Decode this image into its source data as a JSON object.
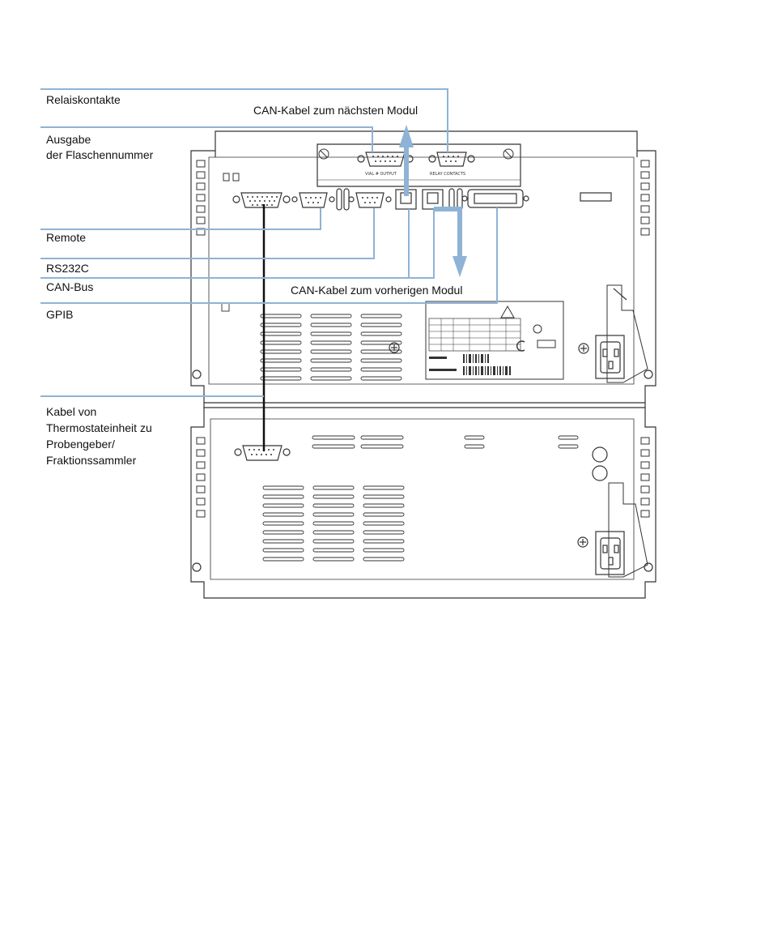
{
  "labels": {
    "relay": "Relaiskontakte",
    "can_next": "CAN-Kabel zum nächsten Modul",
    "vial_line1": "Ausgabe",
    "vial_line2": "der Flaschennummer",
    "remote": "Remote",
    "rs232": "RS232C",
    "canbus": "CAN-Bus",
    "can_prev": "CAN-Kabel zum vorherigen Modul",
    "gpib": "GPIB",
    "cable_line1": "Kabel von",
    "cable_line2": "Thermostateinheit zu",
    "cable_line3": "Probengeber/",
    "cable_line4": "Fraktionssammler"
  },
  "panel_text": {
    "vial_output": "VIAL # OUTPUT",
    "relay_contacts": "RELAY CONTACTS"
  },
  "colors": {
    "leader_line": "#8fb3d6",
    "arrow": "#8fb3d6",
    "outline": "#333333"
  }
}
